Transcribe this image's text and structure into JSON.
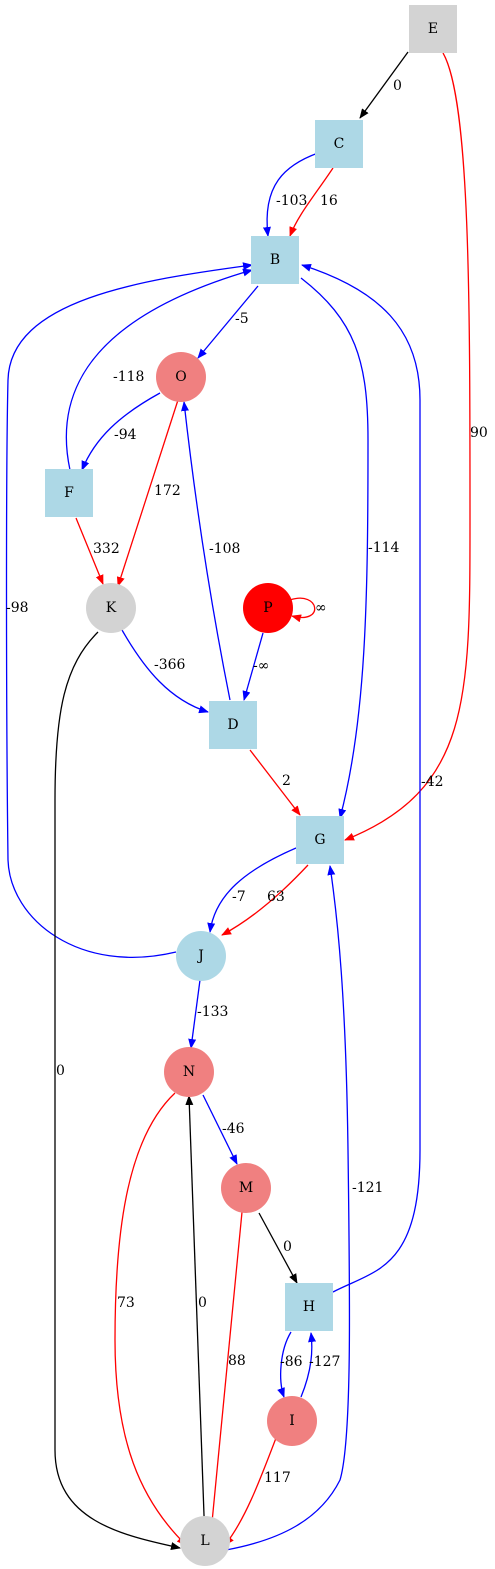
{
  "colors": {
    "square_node": "#add8e6",
    "circle_node_pink": "#f08080",
    "circle_node_gray": "#d3d3d3",
    "circle_node_blue": "#add8e6",
    "circle_node_red": "#ff0000",
    "edge_blue": "#0000ff",
    "edge_red": "#ff0000",
    "edge_black": "#000000"
  },
  "nodes": {
    "E": "E",
    "C": "C",
    "B": "B",
    "O": "O",
    "F": "F",
    "K": "K",
    "P": "P",
    "D": "D",
    "G": "G",
    "J": "J",
    "N": "N",
    "M": "M",
    "H": "H",
    "I": "I",
    "L": "L"
  },
  "edges": {
    "E_C": "0",
    "E_G": "90",
    "C_B_blue": "-103",
    "C_B_red": "16",
    "B_O": "-5",
    "B_G": "-114",
    "F_B": "-118",
    "O_F": "-94",
    "O_K": "172",
    "F_K": "332",
    "K_D": "-366",
    "D_O": "-108",
    "P_P": "∞",
    "P_D": "-∞",
    "D_G": "2",
    "J_B": "-98",
    "H_B": "-42",
    "G_J_blue": "-7",
    "G_J_red": "63",
    "J_N": "-133",
    "K_L": "0",
    "N_M": "-46",
    "N_L": "73",
    "L_N": "0",
    "L_G": "-121",
    "M_H": "0",
    "M_L": "88",
    "H_I": "-86",
    "I_H": "-127",
    "I_L": "117"
  }
}
